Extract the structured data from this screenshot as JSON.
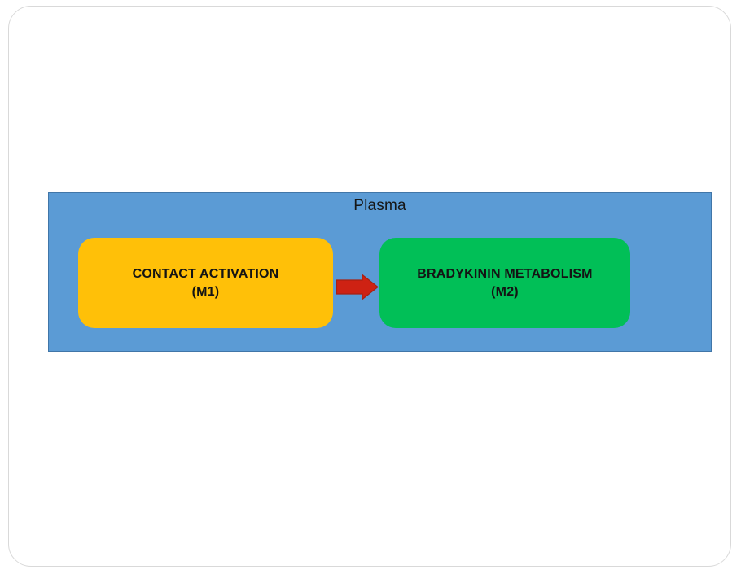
{
  "page": {
    "background": "#ffffff",
    "card_border_color": "#d9d9d9"
  },
  "diagram": {
    "container": {
      "label": "Plasma",
      "fill": "#5B9BD5",
      "border_color": "#4176A8",
      "text_color": "#161616"
    },
    "nodes": [
      {
        "id": "M1",
        "line1": "CONTACT ACTIVATION",
        "line2": "(M1)",
        "fill": "#FFC008",
        "text_color": "#141414"
      },
      {
        "id": "M2",
        "line1": "BRADYKININ METABOLISM",
        "line2": "(M2)",
        "fill": "#01BF57",
        "text_color": "#141414"
      }
    ],
    "connector": {
      "from": "M1",
      "to": "M2",
      "shape": "block-arrow-right",
      "fill": "#CE2213",
      "stroke": "#A82012"
    }
  }
}
